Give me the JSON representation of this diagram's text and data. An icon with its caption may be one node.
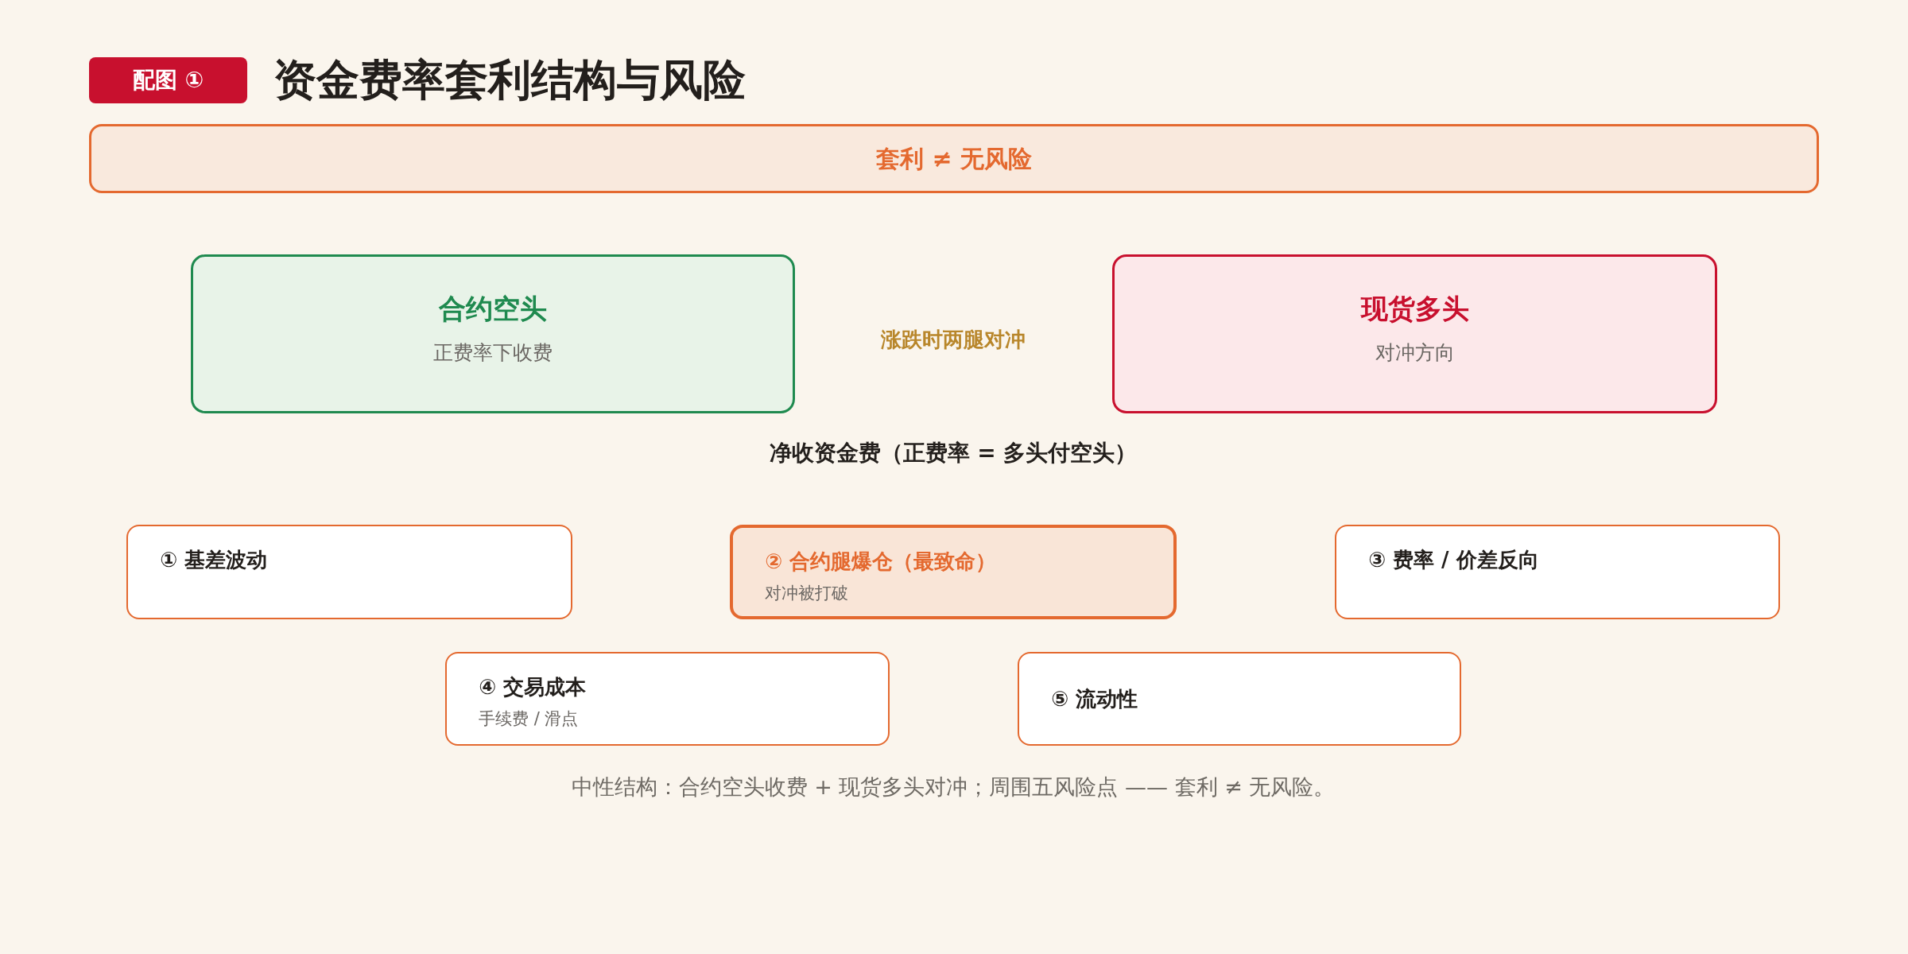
{
  "diagram": {
    "title": "资金费率套利结构与风险",
    "nodes": [
      {
        "text": [
          "配图 ①"
        ]
      },
      {
        "text": [
          "套利 ≠ 无风险"
        ]
      },
      {
        "text": [
          "合约空头",
          "正费率下收费"
        ]
      },
      {
        "text": [
          "现货多头",
          "对冲方向"
        ]
      },
      {
        "text": [
          "① 基差波动"
        ]
      },
      {
        "text": [
          "② 合约腿爆仓（最致命）",
          "对冲被打破"
        ]
      },
      {
        "text": [
          "③ 费率 / 价差反向"
        ]
      },
      {
        "text": [
          "④ 交易成本",
          "手续费 / 滑点"
        ]
      },
      {
        "text": [
          "⑤ 流动性"
        ]
      }
    ],
    "labels": [
      "涨跌时两腿对冲",
      "净收资金费（正费率 = 多头付空头）"
    ],
    "caption": "中性结构：合约空头收费 + 现货多头对冲；周围五风险点 —— 套利 ≠ 无风险。"
  }
}
